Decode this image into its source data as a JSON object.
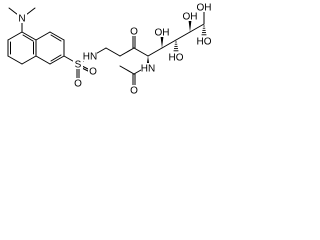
{
  "molecule": {
    "atoms": {
      "nme2_n": "N",
      "nme2_me1": "",
      "nme2_me2": "",
      "sulfonamide_nh": "HN",
      "sulfur": "S",
      "sulfonyl_o1": "O",
      "sulfonyl_o2": "O",
      "ketone_o": "O",
      "acetamide_nh": "HN",
      "acetyl_o": "O",
      "oh1": "OH",
      "oh2": "HO",
      "oh3": "OH",
      "oh4": "HO",
      "oh5": "OH"
    }
  }
}
